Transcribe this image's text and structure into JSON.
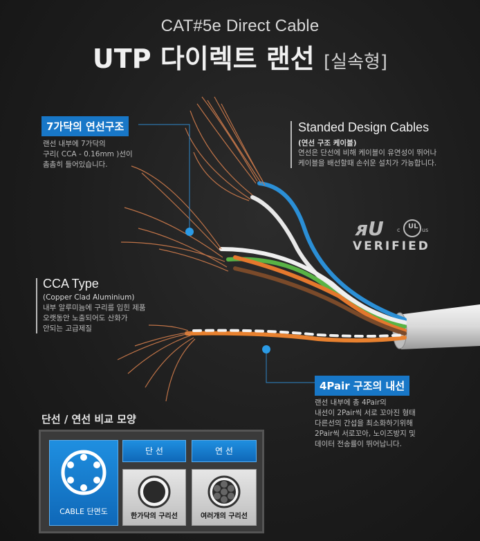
{
  "header": {
    "subtitle": "CAT#5e Direct Cable",
    "title": "UTP 다이렉트 랜선",
    "title_tag": "[실속형]"
  },
  "callouts": {
    "strand": {
      "badge": "7가닥의 연선구조",
      "lines": [
        "랜선 내부에 7가닥의",
        "구리( CCA - 0.16mm )선이",
        "촘촘히 들어있습니다."
      ]
    },
    "standed": {
      "heading": "Standed Design Cables",
      "sub": "(연선 구조 케이블)",
      "lines": [
        "연선은 단선에 비해 케이블이 유연성이 뛰어나",
        "케이블을 배선할때 손쉬운 설치가 가능합니다."
      ]
    },
    "cca": {
      "heading": "CCA Type",
      "sub": "(Copper Clad Aluminium)",
      "lines": [
        "내부 알루미늄에 구리를 입힌 제품",
        "오랫동안 노출되어도 산화가",
        "안되는 고급제질"
      ]
    },
    "pair": {
      "badge": "4Pair 구조의 내선",
      "lines": [
        "랜선 내부에 총 4Pair의",
        "내선이 2Pair씩 서로 꼬아진 형태",
        "다른선의 간섭을 최소화하기위해",
        "2Pair씩 서로꼬아, 노이즈방지 및",
        "데이터 전송률이 뛰어납니다."
      ]
    }
  },
  "cert": {
    "label": "VERIFIED",
    "ul_mark": "UL",
    "c_mark": "c",
    "us_mark": "us"
  },
  "compare": {
    "title": "단선 / 연선 비교 모양",
    "cable_label": "CABLE 단면도",
    "solid_header": "단 선",
    "stranded_header": "연 선",
    "solid_caption": "한가닥의 구리선",
    "stranded_caption": "여러개의 구리선"
  },
  "colors": {
    "accent": "#1877c7",
    "copper": "#c8784a"
  }
}
